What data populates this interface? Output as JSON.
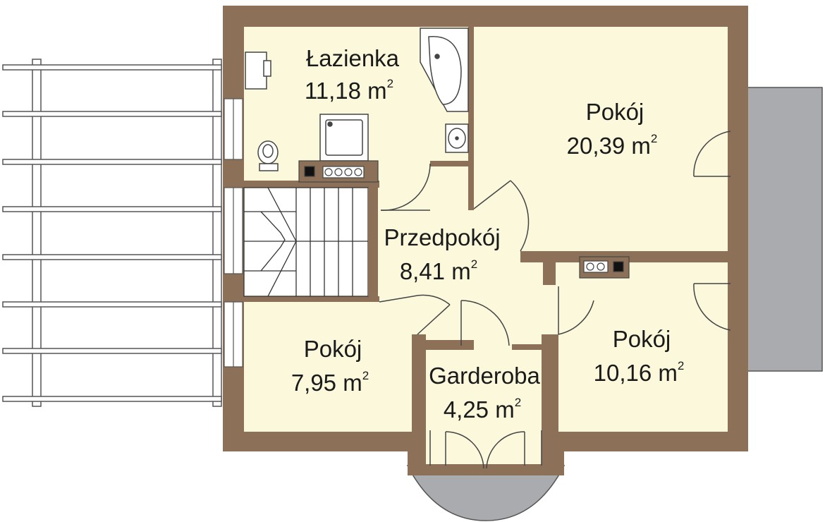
{
  "colors": {
    "wall": "#8c7158",
    "floor": "#fbf8dc",
    "balcony": "#a9abae",
    "line": "#4a4a4a"
  },
  "rooms": [
    {
      "id": "lazienka",
      "name": "Łazienka",
      "area": "11,18 m",
      "sup": "2"
    },
    {
      "id": "pokoj-1",
      "name": "Pokój",
      "area": "20,39 m",
      "sup": "2"
    },
    {
      "id": "przedpokoj",
      "name": "Przedpokój",
      "area": "8,41 m",
      "sup": "2"
    },
    {
      "id": "pokoj-2",
      "name": "Pokój",
      "area": "7,95 m",
      "sup": "2"
    },
    {
      "id": "garderoba",
      "name": "Garderoba",
      "area": "4,25 m",
      "sup": "2"
    },
    {
      "id": "pokoj-3",
      "name": "Pokój",
      "area": "10,16 m",
      "sup": "2"
    }
  ],
  "fixtures": [
    "bathtub",
    "shower-tray",
    "toilet",
    "washbasin",
    "boiler",
    "stairs",
    "kitchenette-counter",
    "pergola"
  ]
}
